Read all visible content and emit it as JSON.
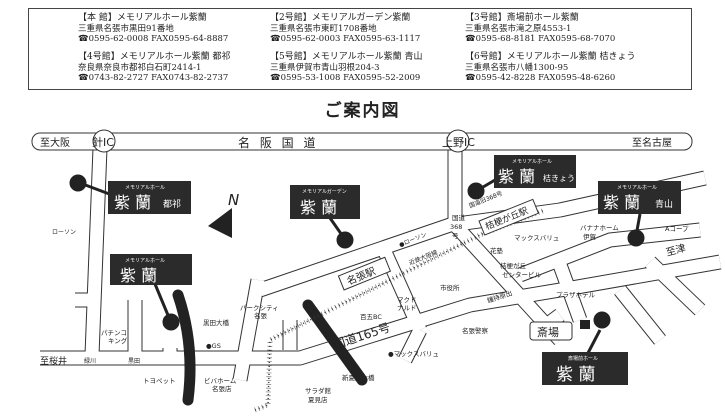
{
  "halls": [
    {
      "name": "【本 館】メモリアルホール紫蘭",
      "address": "三重県名張市黒田91番地",
      "tel": "☎0595-62-0008",
      "fax": "FAX0595-64-8887"
    },
    {
      "name": "【2号館】メモリアルガーデン紫蘭",
      "address": "三重県名張市東町1708番地",
      "tel": "☎0595-62-0003",
      "fax": "FAX0595-63-1117"
    },
    {
      "name": "【3号館】斎場前ホール紫蘭",
      "address": "三重県名張市滝之原4553-1",
      "tel": "☎0595-68-8181",
      "fax": "FAX0595-68-7070"
    },
    {
      "name": "【4号館】メモリアルホール紫蘭 都祁",
      "address": "奈良県奈良市都祁白石町2414-1",
      "tel": "☎0743-82-2727",
      "fax": "FAX0743-82-2737"
    },
    {
      "name": "【5号館】メモリアルホール紫蘭 青山",
      "address": "三重県伊賀市青山羽根204-3",
      "tel": "☎0595-53-1008",
      "fax": "FAX0595-52-2009"
    },
    {
      "name": "【6号館】メモリアルホール紫蘭 桔きょう",
      "address": "三重県名張市八幡1300-95",
      "tel": "☎0595-42-8228",
      "fax": "FAX0595-48-6260"
    }
  ],
  "title": "ご案内図",
  "map": {
    "highway": {
      "left": "至大阪",
      "ic1": "針IC",
      "name": "名 阪 国 道",
      "ic2": "上野IC",
      "right": "至名古屋"
    },
    "north": "N",
    "buildings": {
      "tsuge": {
        "sub": "メモリアルホール",
        "main": "紫 蘭",
        "suffix": "都祁"
      },
      "honkan": {
        "sub": "メモリアルホール",
        "main": "紫 蘭"
      },
      "garden": {
        "sub": "メモリアルガーデン",
        "main": "紫 蘭"
      },
      "kikyo": {
        "sub": "メモリアルホール",
        "main": "紫 蘭",
        "suffix": "桔きょう"
      },
      "aoyama": {
        "sub": "メモリアルホール",
        "main": "紫 蘭",
        "suffix": "青山"
      },
      "saijo": {
        "sub": "斎場前ホール",
        "main": "紫 蘭"
      }
    },
    "labels": {
      "lawson1": "ローソン",
      "lawson2": "●ローソン",
      "kintetsu": "近鉄大阪線",
      "nabari_st": "名張駅",
      "kikyo_st": "桔梗が丘駅",
      "kyu368": "国道旧368号",
      "r368a": "国道",
      "r368b": "368",
      "r368c": "号",
      "r165": "国道165号",
      "sakurai": "至桜井",
      "midorikawa": "緑川",
      "kuroda": "黒田",
      "pachinko1": "パチンコ",
      "pachinko2": "キング",
      "kuroda_bridge": "黒田大橋",
      "gs": "●GS",
      "toyopet": "トヨペット",
      "biva1": "ビバホーム",
      "biva2": "名張店",
      "park1": "パークシティ",
      "park2": "名張",
      "salad1": "サラダ館",
      "salad2": "夏見店",
      "shin_natsumi": "新夏見大橋",
      "maxvalu1": "●マックスバリュ",
      "mcd1": "マクド",
      "mcd2": "ナルド",
      "hyakugo": "百五BC",
      "shiyakusho": "市役所",
      "police": "名張警察",
      "kanemochi": "鐘持原出",
      "plaza": "プラザホテル",
      "saijo": "斎場",
      "hanazono": "花塾",
      "kikyo_c1": "桔梗が丘",
      "kikyo_c2": "センタービル",
      "maxvalu2": "マックスバリュ",
      "banana1": "バナナホーム",
      "banana2": "伊賀",
      "acoop": "Aコープ",
      "tsu": "至津"
    }
  }
}
